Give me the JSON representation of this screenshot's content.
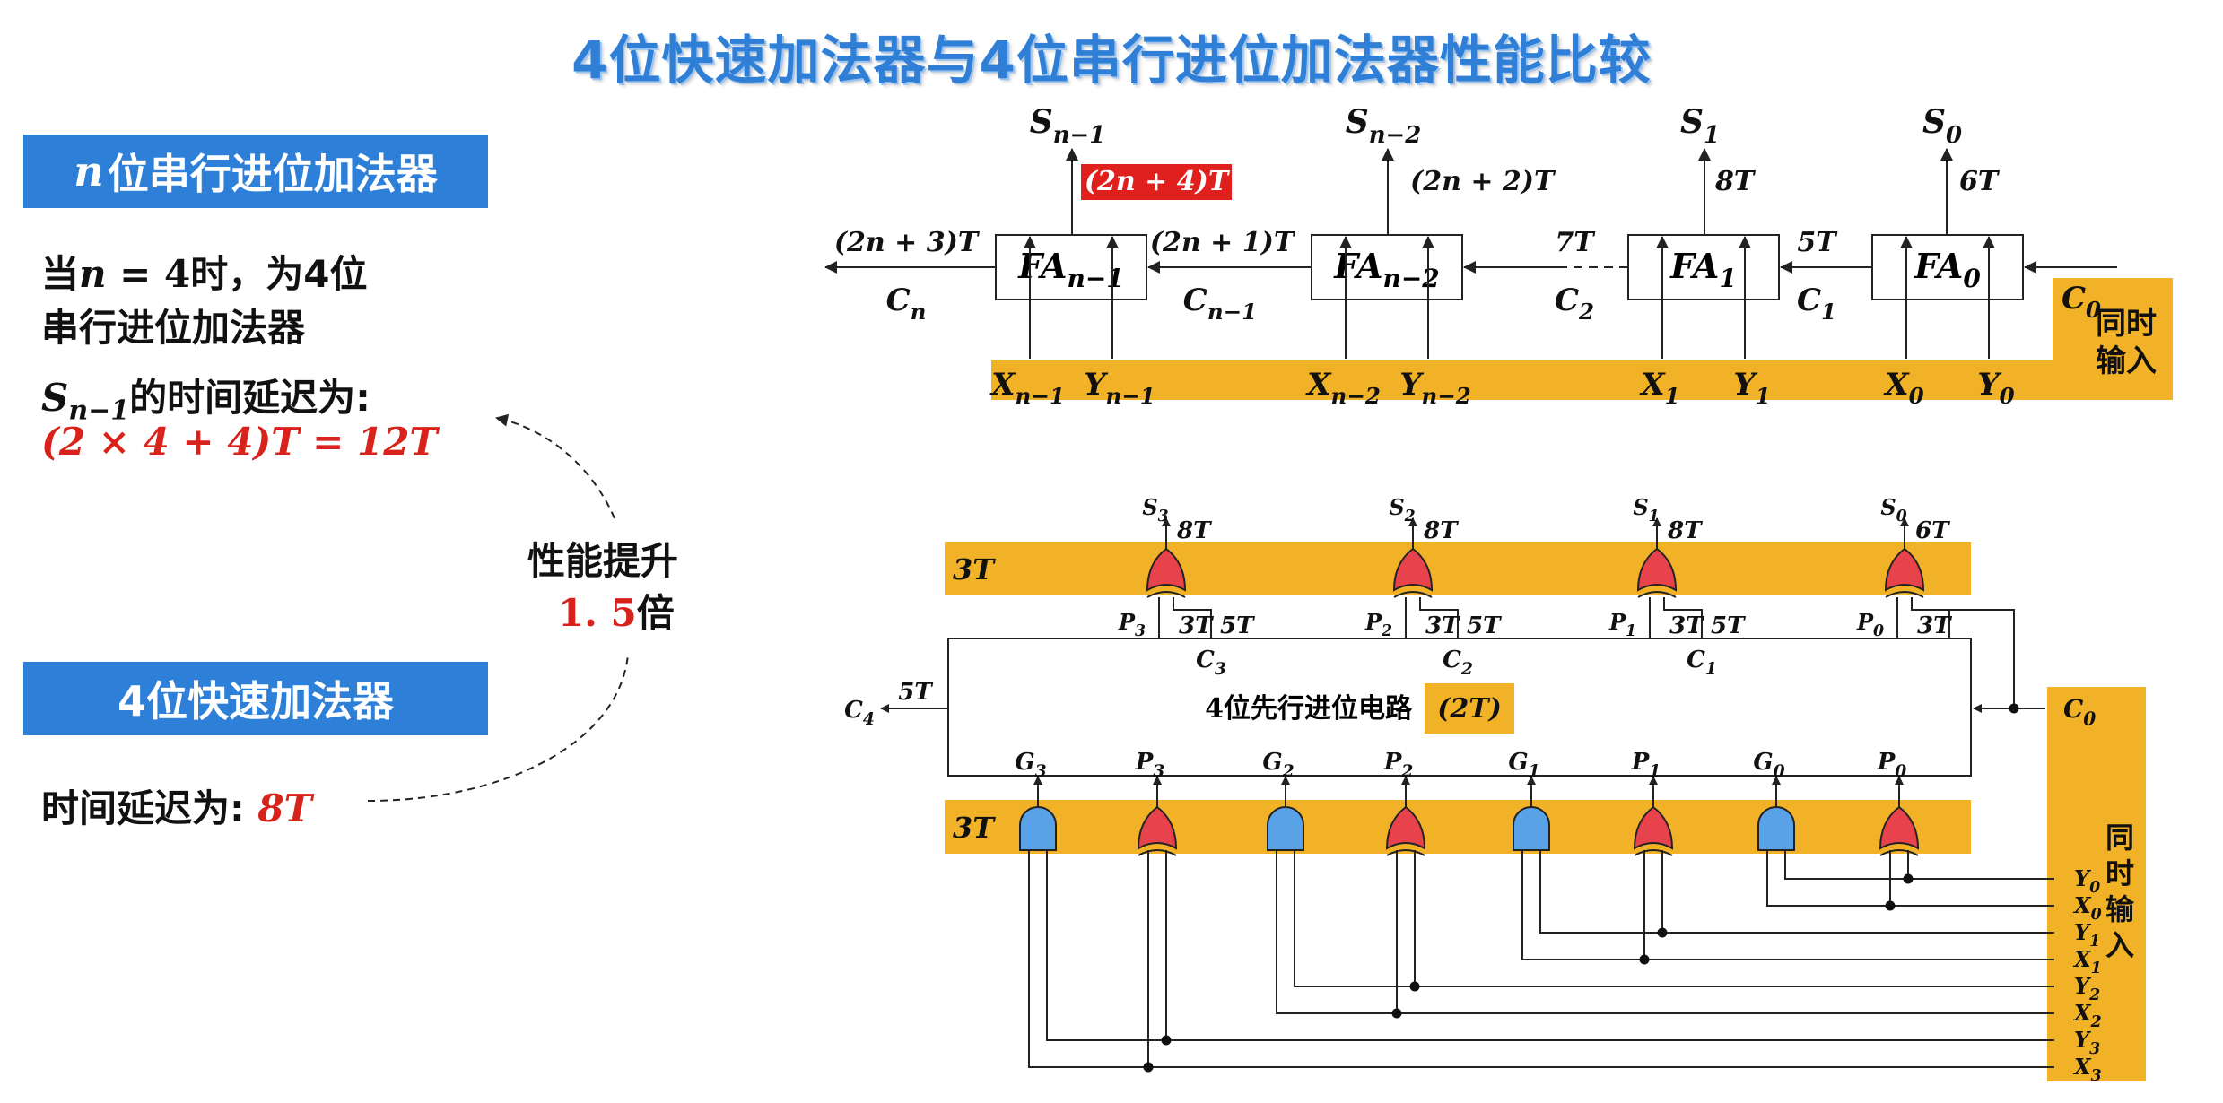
{
  "title": "4位快速加法器与4位串行进位加法器性能比较",
  "left": {
    "ripple_banner_var": "n",
    "ripple_banner_text": "位串行进位加法器",
    "when_prefix": "当",
    "when_var": "n",
    "when_eq": " = 4",
    "when_suffix": "时，为4位",
    "line2": "串行进位加法器",
    "delay_label": "的时间延迟为:",
    "delay_formula": "(2 × 4 + 4)T = 12T",
    "perf_label": "性能提升",
    "perf_value": "1. 5",
    "perf_unit": "倍",
    "fast_banner": "4位快速加法器",
    "fast_delay_label": "时间延迟为: ",
    "fast_delay_value": "8T"
  },
  "ripple": {
    "cells": [
      "FA",
      "FA",
      "FA",
      "FA"
    ],
    "cell_subs": [
      "n−1",
      "n−2",
      "1",
      "0"
    ],
    "sums": [
      {
        "base": "S",
        "sub": "n−1"
      },
      {
        "base": "S",
        "sub": "n−2"
      },
      {
        "base": "S",
        "sub": "1"
      },
      {
        "base": "S",
        "sub": "0"
      }
    ],
    "sum_delays": [
      "(2n + 4)T",
      "(2n + 2)T",
      "8T",
      "6T"
    ],
    "carry_delays": [
      "(2n + 3)T",
      "(2n + 1)T",
      "7T",
      "5T"
    ],
    "carries": [
      {
        "base": "C",
        "sub": "n"
      },
      {
        "base": "C",
        "sub": "n−1"
      },
      {
        "base": "C",
        "sub": "2"
      },
      {
        "base": "C",
        "sub": "1"
      }
    ],
    "c0": {
      "base": "C",
      "sub": "0"
    },
    "inputs": [
      {
        "base": "X",
        "sub": "n−1"
      },
      {
        "base": "Y",
        "sub": "n−1"
      },
      {
        "base": "X",
        "sub": "n−2"
      },
      {
        "base": "Y",
        "sub": "n−2"
      },
      {
        "base": "X",
        "sub": "1"
      },
      {
        "base": "Y",
        "sub": "1"
      },
      {
        "base": "X",
        "sub": "0"
      },
      {
        "base": "Y",
        "sub": "0"
      }
    ],
    "simul_input": [
      "同时",
      "输入"
    ]
  },
  "cla": {
    "xor_band_label": "3T",
    "gate_band_label": "3T",
    "sum_labels": [
      {
        "base": "S",
        "sub": "3"
      },
      {
        "base": "S",
        "sub": "2"
      },
      {
        "base": "S",
        "sub": "1"
      },
      {
        "base": "S",
        "sub": "0"
      }
    ],
    "sum_delays": [
      "8T",
      "8T",
      "8T",
      "6T"
    ],
    "p_labels": [
      {
        "base": "P",
        "sub": "3"
      },
      {
        "base": "P",
        "sub": "2"
      },
      {
        "base": "P",
        "sub": "1"
      },
      {
        "base": "P",
        "sub": "0"
      }
    ],
    "p_delays": [
      "3T",
      "3T",
      "3T",
      "3T"
    ],
    "c_delays": [
      "5T",
      "5T",
      "5T"
    ],
    "c_labels": [
      {
        "base": "C",
        "sub": "3"
      },
      {
        "base": "C",
        "sub": "2"
      },
      {
        "base": "C",
        "sub": "1"
      }
    ],
    "c4": {
      "base": "C",
      "sub": "4"
    },
    "c4_delay": "5T",
    "c0": {
      "base": "C",
      "sub": "0"
    },
    "block_label": "4位先行进位电路",
    "block_delay": "(2T)",
    "gp_labels": [
      {
        "base": "G",
        "sub": "3"
      },
      {
        "base": "P",
        "sub": "3"
      },
      {
        "base": "G",
        "sub": "2"
      },
      {
        "base": "P",
        "sub": "2"
      },
      {
        "base": "G",
        "sub": "1"
      },
      {
        "base": "P",
        "sub": "1"
      },
      {
        "base": "G",
        "sub": "0"
      },
      {
        "base": "P",
        "sub": "0"
      }
    ],
    "inputs": [
      {
        "base": "Y",
        "sub": "0"
      },
      {
        "base": "X",
        "sub": "0"
      },
      {
        "base": "Y",
        "sub": "1"
      },
      {
        "base": "X",
        "sub": "1"
      },
      {
        "base": "Y",
        "sub": "2"
      },
      {
        "base": "X",
        "sub": "2"
      },
      {
        "base": "Y",
        "sub": "3"
      },
      {
        "base": "X",
        "sub": "3"
      }
    ],
    "simul_input": [
      "同",
      "时",
      "输",
      "入"
    ]
  },
  "colors": {
    "orange": "#f2b227",
    "blue_gate": "#5aa2e8",
    "red_gate": "#e8434c",
    "banner": "#2d7fd8",
    "title": "#2f7fd6",
    "red_text": "#d8231c"
  }
}
